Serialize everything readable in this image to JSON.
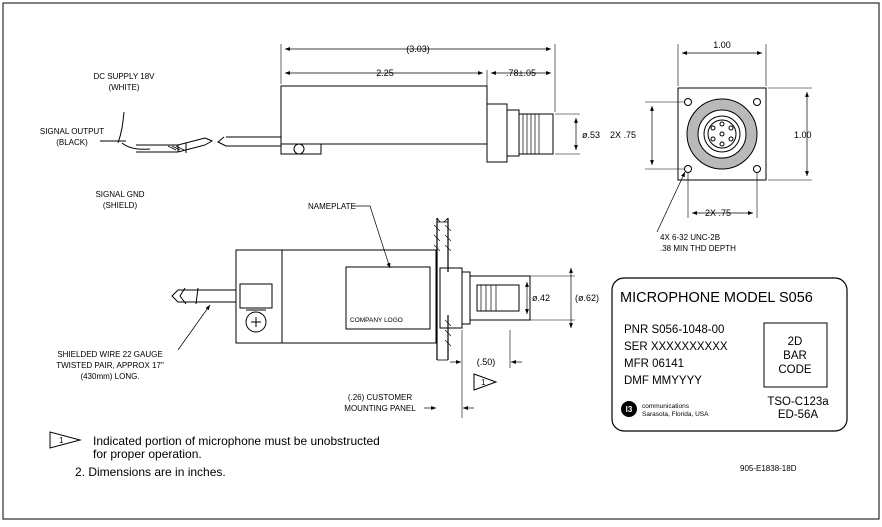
{
  "labels": {
    "dc_supply": "DC SUPPLY 18V",
    "dc_supply_color": "(WHITE)",
    "signal_output": "SIGNAL OUTPUT",
    "signal_output_color": "(BLACK)",
    "signal_gnd": "SIGNAL GND",
    "signal_gnd_color": "(SHIELD)",
    "nameplate": "NAMEPLATE",
    "company_logo": "COMPANY LOGO",
    "shielded_wire_1": "SHIELDED WIRE 22 GAUGE",
    "shielded_wire_2": "TWISTED PAIR, APPROX 17\"",
    "shielded_wire_3": "(430mm) LONG.",
    "panel_1": "(.26) CUSTOMER",
    "panel_2": "MOUNTING PANEL",
    "screw_1": "4X 6-32 UNC-2B",
    "screw_2": ".38 MIN THD DEPTH"
  },
  "dimensions": {
    "overall_length": "(3.03)",
    "body_length": "2.25",
    "connector_length": ".78±.05",
    "connector_dia": "ø.53",
    "flange_width": "1.00",
    "flange_height": "1.00",
    "hole_spacing_v": "2X  .75",
    "hole_spacing_h": "2X  .75",
    "thread_dia": "ø.42",
    "flange_dia": "(ø.62)",
    "panel_offset": "(.50)"
  },
  "nameplate": {
    "title": "MICROPHONE MODEL S056",
    "pnr": "PNR  S056-1048-00",
    "ser": "SER XXXXXXXXXX",
    "mfr": "MFR 06141",
    "dmf": "DMF MMYYYY",
    "barcode": [
      "2D",
      "BAR",
      "CODE"
    ],
    "logo_mark": "l3",
    "company_1": "communications",
    "company_2": "Sarasota, Florida, USA",
    "tso": "TSO-C123a",
    "ed": "ED-56A"
  },
  "notes": {
    "note1_flag": "1",
    "note1_line1": "Indicated portion of microphone must be unobstructed",
    "note1_line2": "for proper operation.",
    "note2": "2.  Dimensions are in inches."
  },
  "drawing_number": "905-E1838-18D"
}
